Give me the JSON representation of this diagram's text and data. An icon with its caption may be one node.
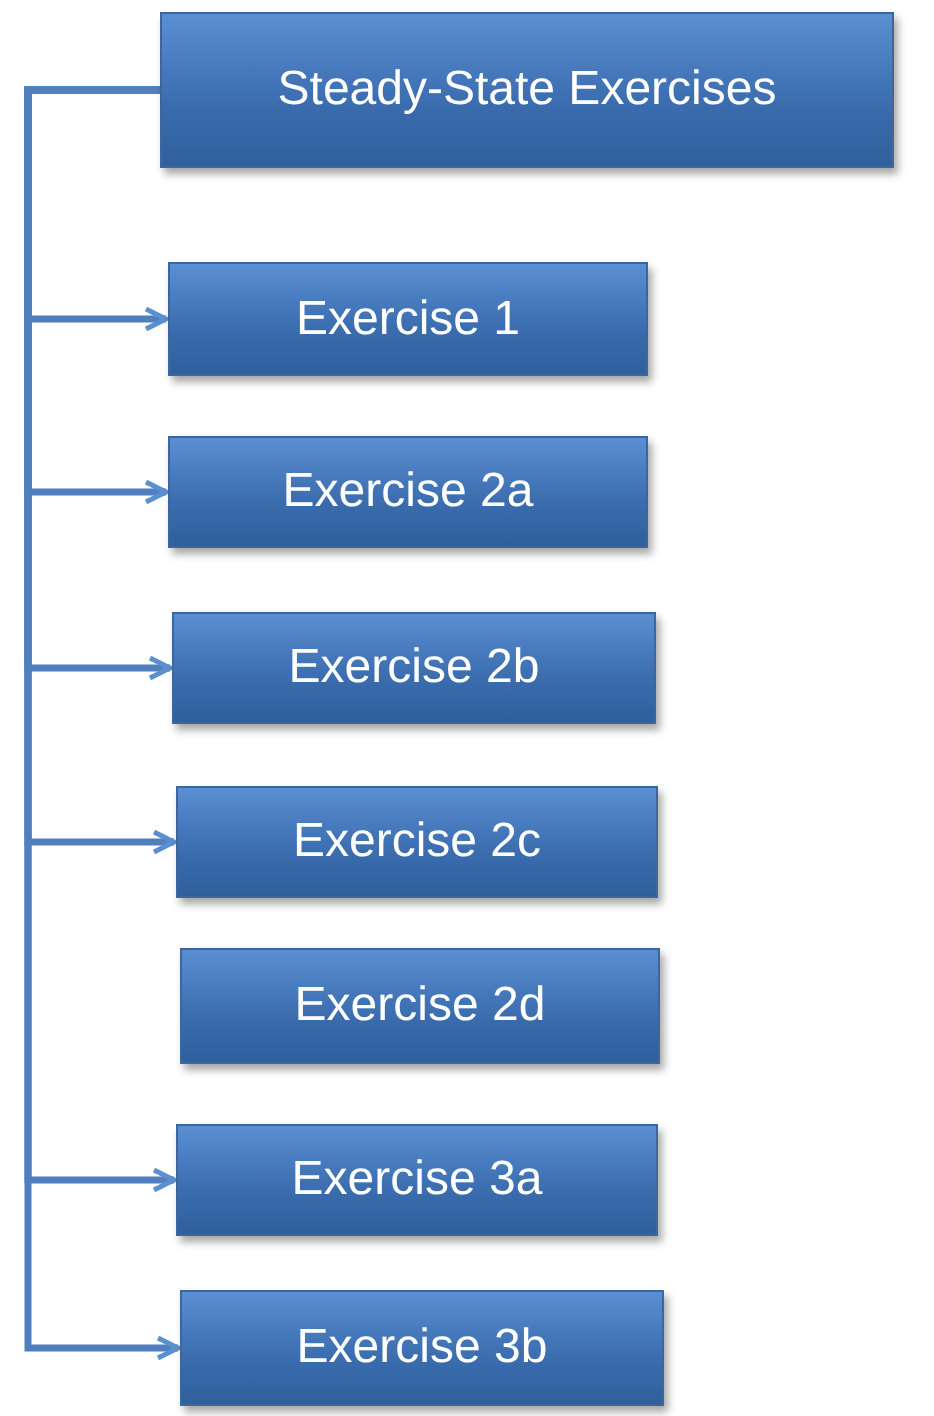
{
  "diagram": {
    "nodes": [
      {
        "text": [
          "Steady-State Exercises"
        ]
      },
      {
        "text": [
          "Exercise 1"
        ]
      },
      {
        "text": [
          "Exercise 2a"
        ]
      },
      {
        "text": [
          "Exercise 2b"
        ]
      },
      {
        "text": [
          "Exercise 2c"
        ]
      },
      {
        "text": [
          "Exercise 2d"
        ]
      },
      {
        "text": [
          "Exercise 3a"
        ]
      },
      {
        "text": [
          "Exercise 3b"
        ]
      }
    ],
    "edges": [
      {
        "from": 0,
        "to": 1,
        "arrow": "to"
      },
      {
        "from": 0,
        "to": 2,
        "arrow": "to"
      },
      {
        "from": 0,
        "to": 3,
        "arrow": "to"
      },
      {
        "from": 0,
        "to": 4,
        "arrow": "to"
      },
      {
        "from": 0,
        "to": 6,
        "arrow": "to"
      },
      {
        "from": 0,
        "to": 7,
        "arrow": "to"
      }
    ]
  }
}
